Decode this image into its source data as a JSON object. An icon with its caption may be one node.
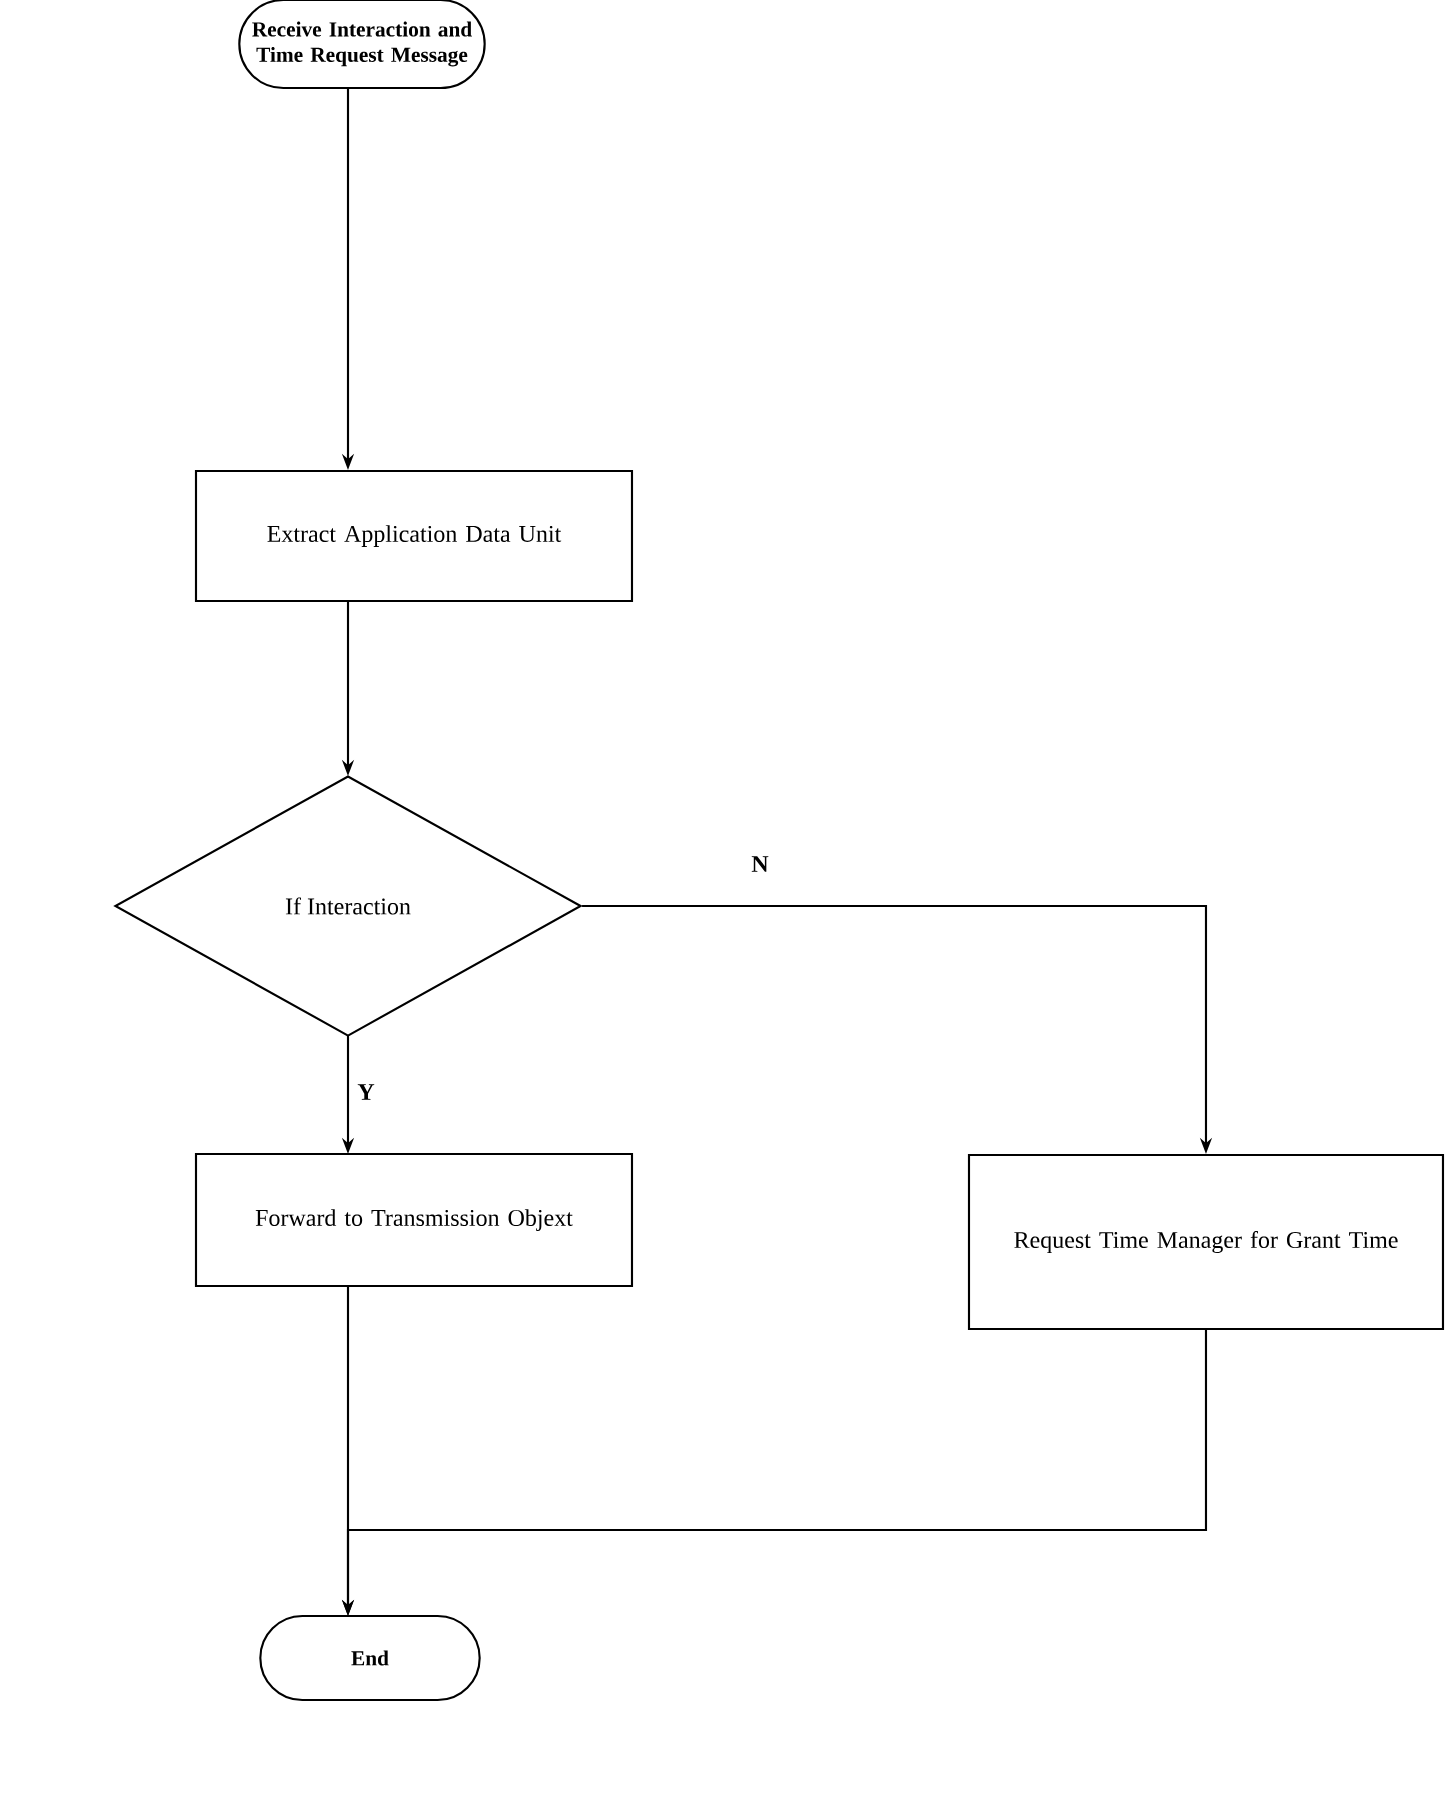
{
  "diagram": {
    "nodes": [
      {
        "text": [
          "Receive Interaction and Time Request Message"
        ]
      },
      {
        "text": [
          "Extract Application Data Unit"
        ]
      },
      {
        "text": [
          "If Interaction"
        ]
      },
      {
        "text": [
          "Forward to Transmission Objext"
        ]
      },
      {
        "text": [
          "Request Time Manager for Grant Time"
        ]
      },
      {
        "text": [
          "End"
        ]
      }
    ],
    "edges": [
      {
        "from": 0,
        "to": 1,
        "arrow": "to"
      },
      {
        "from": 1,
        "to": 2,
        "arrow": "to"
      },
      {
        "from": 2,
        "to": 3,
        "arrow": "to",
        "label": "Y"
      },
      {
        "from": 2,
        "to": 4,
        "arrow": "to",
        "label": "N"
      },
      {
        "from": 3,
        "to": 5,
        "arrow": "to"
      },
      {
        "from": 4,
        "to": 5,
        "arrow": "to"
      }
    ]
  }
}
